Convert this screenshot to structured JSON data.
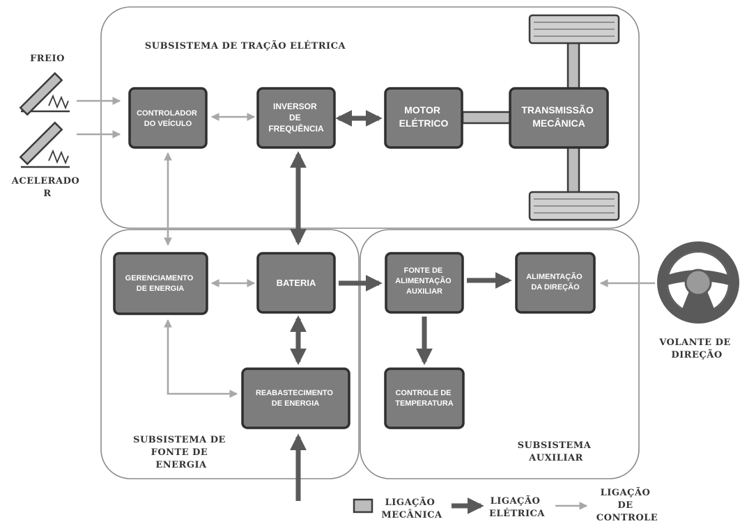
{
  "subsystems": {
    "traction": "SUBSISTEMA DE TRAÇÃO ELÉTRICA",
    "energy_source": [
      "SUBSISTEMA DE",
      "FONTE DE",
      "ENERGIA"
    ],
    "auxiliary": [
      "SUBSISTEMA",
      "AUXILIAR"
    ]
  },
  "pedals": {
    "brake": "FREIO",
    "accelerator": [
      "ACELERADO",
      "R"
    ]
  },
  "steering_wheel": [
    "VOLANTE DE",
    "DIREÇÃO"
  ],
  "blocks": {
    "controller": [
      "CONTROLADOR",
      "DO VEÍCULO"
    ],
    "inverter": [
      "INVERSOR",
      "DE",
      "FREQUÊNCIA"
    ],
    "motor": [
      "MOTOR",
      "ELÉTRICO"
    ],
    "transmission": [
      "TRANSMISSÃO",
      "MECÂNICA"
    ],
    "energy_management": [
      "GERENCIAMENTO",
      "DE ENERGIA"
    ],
    "battery": "BATERIA",
    "refueling": [
      "REABASTECIMENTO",
      "DE ENERGIA"
    ],
    "aux_power": [
      "FONTE DE",
      "ALIMENTAÇÃO",
      "AUXILIAR"
    ],
    "steering_power": [
      "ALIMENTAÇÃO",
      "DA DIREÇÃO"
    ],
    "temp_control": [
      "CONTROLE DE",
      "TEMPERATURA"
    ]
  },
  "legend": {
    "mechanical": [
      "LIGAÇÃO",
      "MECÂNICA"
    ],
    "electrical": [
      "LIGAÇÃO",
      "ELÉTRICA"
    ],
    "control": [
      "LIGAÇÃO",
      "DE",
      "CONTROLE"
    ]
  },
  "colors": {
    "block_fill": "#7d7d7d",
    "electrical_link": "#5a5a5a",
    "control_link": "#a8a8a8",
    "mechanical_link": "#bdbdbd"
  }
}
